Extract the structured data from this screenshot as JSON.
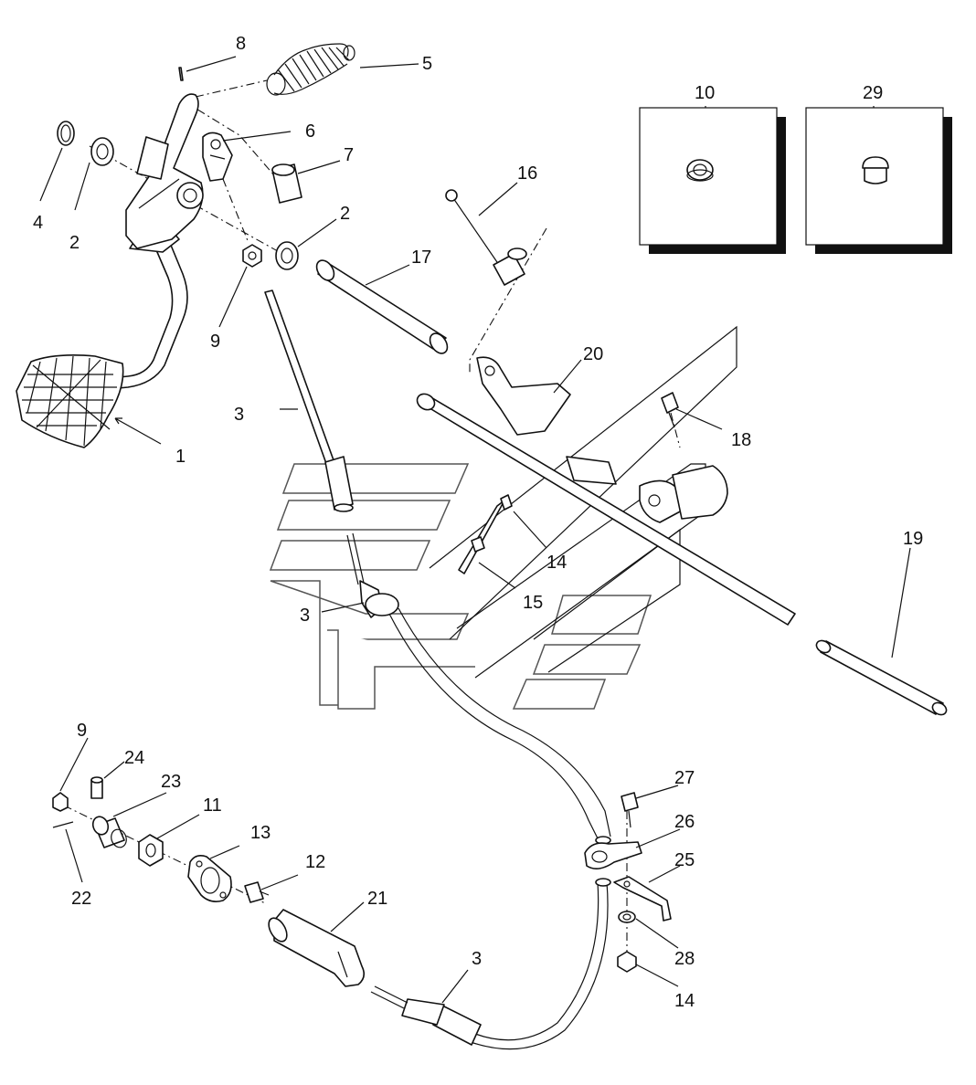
{
  "callouts": {
    "c1": "1",
    "c2a": "2",
    "c2b": "2",
    "c3a": "3",
    "c3b": "3",
    "c3c": "3",
    "c4": "4",
    "c5": "5",
    "c6": "6",
    "c7": "7",
    "c8": "8",
    "c9a": "9",
    "c9b": "9",
    "c10": "10",
    "c11": "11",
    "c12": "12",
    "c13": "13",
    "c14a": "14",
    "c14b": "14",
    "c15": "15",
    "c16": "16",
    "c17": "17",
    "c18": "18",
    "c19": "19",
    "c20": "20",
    "c21": "21",
    "c22": "22",
    "c23": "23",
    "c24": "24",
    "c25": "25",
    "c26": "26",
    "c27": "27",
    "c28": "28",
    "c29": "29"
  },
  "colors": {
    "line": "#111111",
    "background": "#ffffff",
    "watermark": "#555555"
  }
}
